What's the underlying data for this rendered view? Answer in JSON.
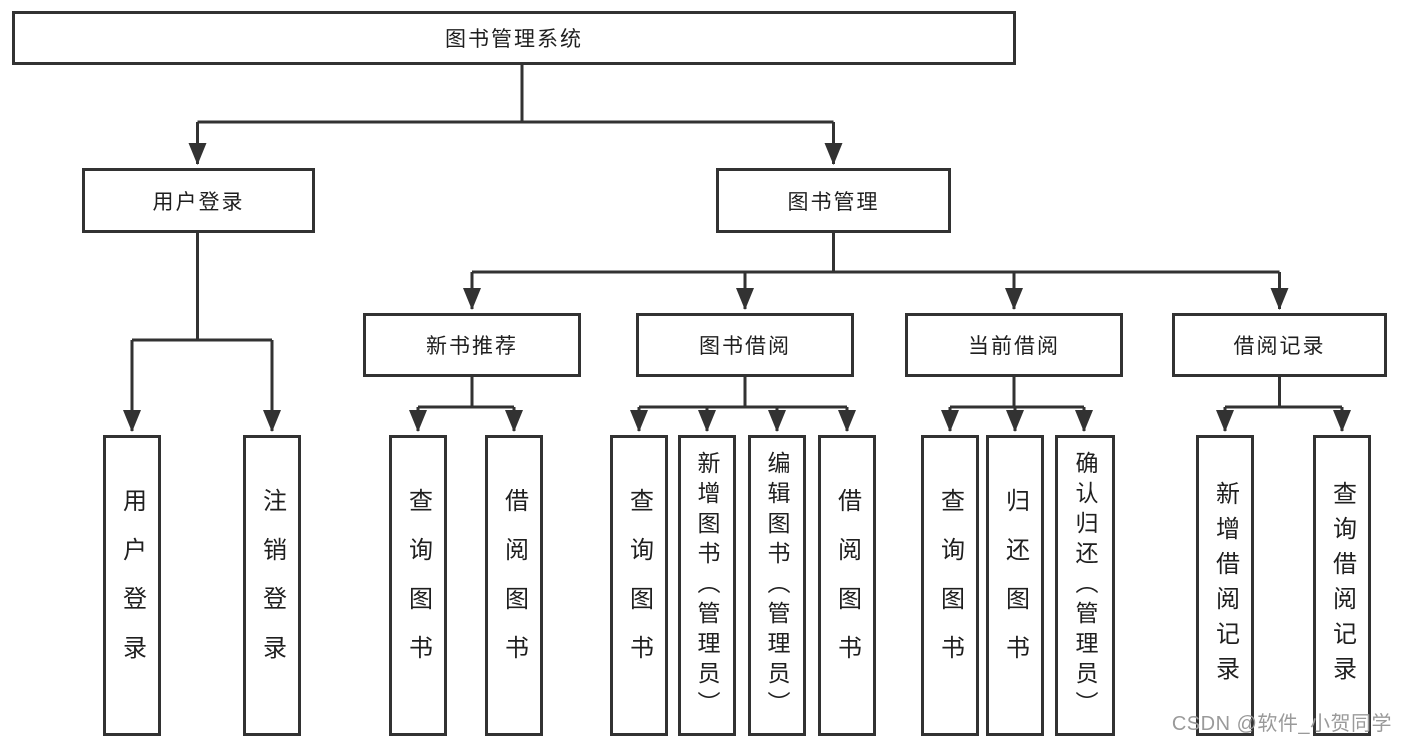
{
  "tree": {
    "root": "图书管理系统",
    "user_login": {
      "label": "用户登录",
      "children": [
        "用户登录",
        "注销登录"
      ]
    },
    "book_management": {
      "label": "图书管理",
      "sections": [
        {
          "label": "新书推荐",
          "children": [
            "查询图书",
            "借阅图书"
          ]
        },
        {
          "label": "图书借阅",
          "children": [
            "查询图书",
            "新增图书（管理员）",
            "编辑图书（管理员）",
            "借阅图书"
          ]
        },
        {
          "label": "当前借阅",
          "children": [
            "查询图书",
            "归还图书",
            "确认归还（管理员）"
          ]
        },
        {
          "label": "借阅记录",
          "children": [
            "新增借阅记录",
            "查询借阅记录"
          ]
        }
      ]
    }
  },
  "watermark": "CSDN @软件_小贺同学",
  "colors": {
    "line": "#323232",
    "text": "#1f1f1f",
    "watermark": "#9a9a9a",
    "background": "#ffffff"
  }
}
